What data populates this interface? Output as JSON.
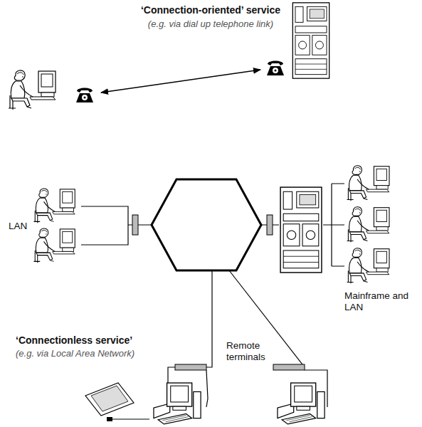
{
  "diagram": {
    "labels": [
      "‘Connection-oriented’ service",
      "(e.g. via dial up telephone link)",
      "LAN",
      "Mainframe and LAN",
      "‘Connectionless service’",
      "(e.g. via Local Area Network)",
      "Remote terminals"
    ]
  }
}
